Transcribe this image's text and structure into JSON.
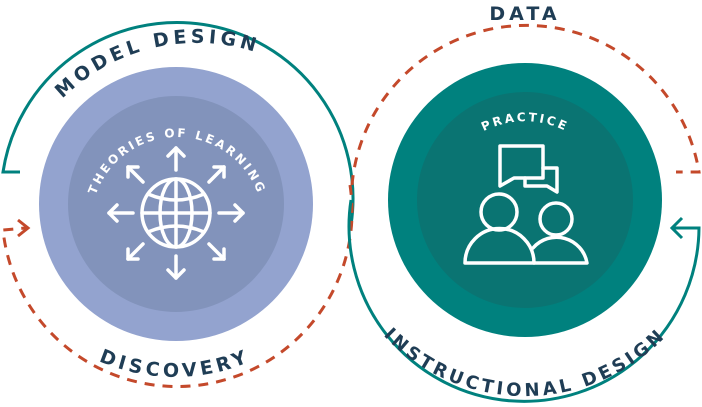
{
  "labels": {
    "model_design": "MODEL DESIGN",
    "discovery": "DISCOVERY",
    "data": "DATA",
    "instructional_design": "INSTRUCTIONAL DESIGN"
  },
  "circles": {
    "left": {
      "title": "THEORIES OF LEARNING",
      "icon": "globe-arrows-icon"
    },
    "right": {
      "title": "PRACTICE",
      "icon": "people-chat-icon"
    }
  },
  "colors": {
    "teal": "#00817e",
    "teal_inner": "#0a7472",
    "purple": "#93a3cf",
    "purple_inner": "#8293bb",
    "orange": "#c4492b",
    "navy": "#1f3d55"
  }
}
